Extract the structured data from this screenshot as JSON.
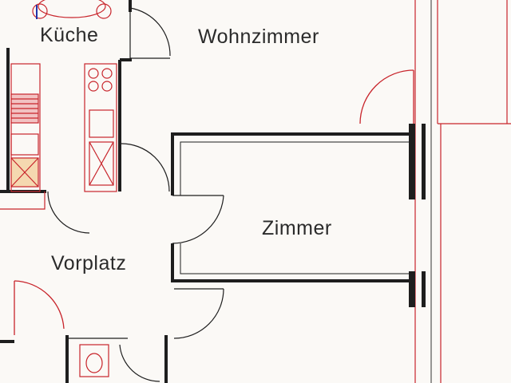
{
  "rooms": {
    "kueche": "Küche",
    "wohnzimmer": "Wohnzimmer",
    "zimmer": "Zimmer",
    "vorplatz": "Vorplatz"
  },
  "colors": {
    "paper": "#fbf9f6",
    "wall": "#1e1e1e",
    "accent": "#c8242b",
    "kitchen_stripes": "#d64545"
  }
}
